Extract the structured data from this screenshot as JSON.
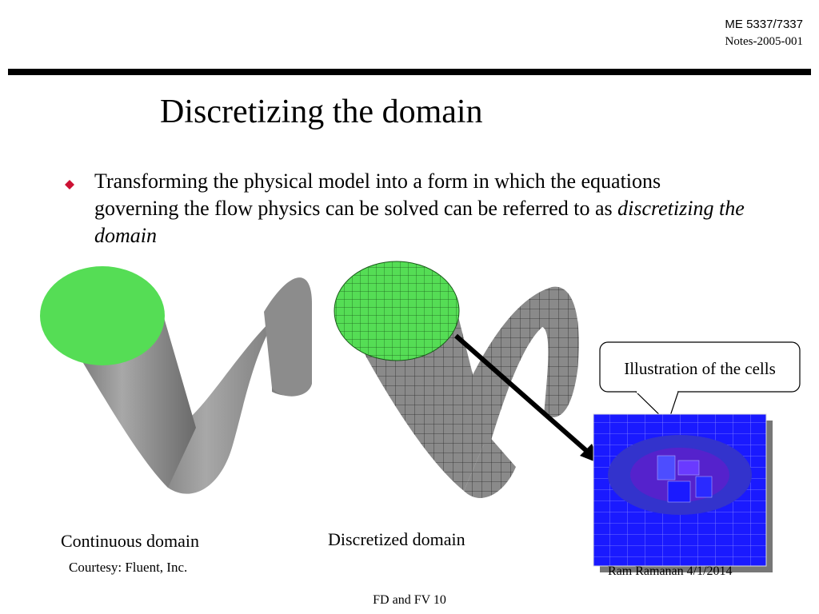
{
  "header": {
    "course": "ME 5337/7337",
    "notes": "Notes-2005-001"
  },
  "title": "Discretizing the domain",
  "bullet": {
    "text": "Transforming the physical model into a form in which the equations governing the flow physics can be solved can be referred to as",
    "emphasis": "discretizing the domain"
  },
  "callout": "Illustration of the cells",
  "captions": {
    "continuous": "Continuous domain",
    "discretized": "Discretized domain"
  },
  "courtesy": "Courtesy: Fluent, Inc.",
  "author": "Ram Ramanan 4/1/2014",
  "footer": "FD and FV 10",
  "colors": {
    "cap_green": "#55dd55",
    "pipe_gray": "#8a8a8a",
    "cell_blue": "#1a1aff",
    "bullet_red": "#cc1133"
  }
}
